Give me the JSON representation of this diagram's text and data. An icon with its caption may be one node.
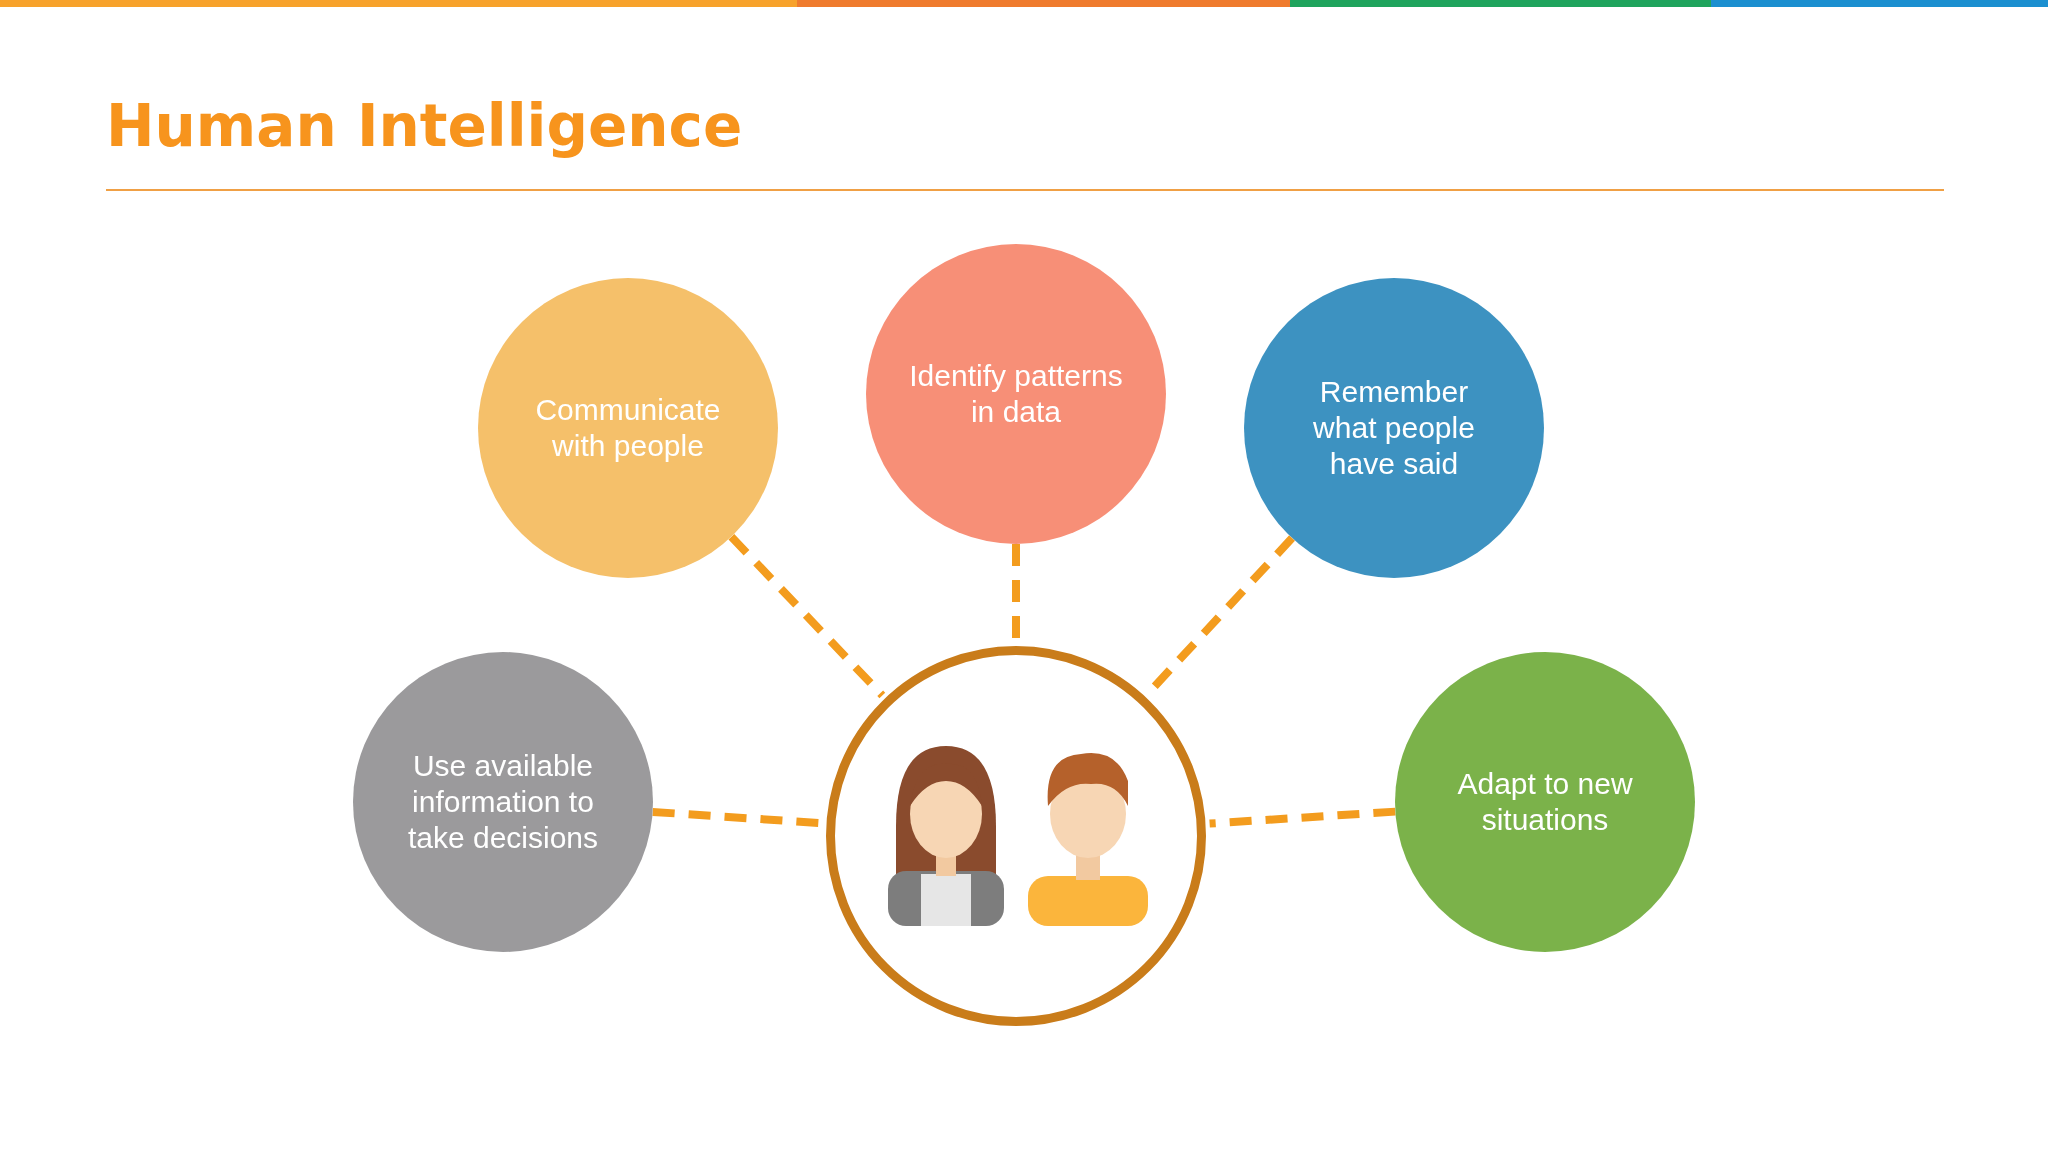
{
  "diagram": {
    "title": "Human Intelligence",
    "nodes": [
      {
        "text": [
          "Communicate with people"
        ]
      },
      {
        "text": [
          "Identify patterns in data"
        ]
      },
      {
        "text": [
          "Remember what people have said"
        ]
      },
      {
        "text": [
          "Use available information to take decisions"
        ]
      },
      {
        "text": [],
        "shape": "circle"
      },
      {
        "text": [
          "Adapt to new situations"
        ]
      }
    ],
    "edges": [
      {
        "from": 0,
        "to": 4,
        "arrow": "none",
        "style": "dashed"
      },
      {
        "from": 1,
        "to": 4,
        "arrow": "none",
        "style": "dashed"
      },
      {
        "from": 2,
        "to": 4,
        "arrow": "none",
        "style": "dashed"
      },
      {
        "from": 3,
        "to": 4,
        "arrow": "none",
        "style": "dashed"
      },
      {
        "from": 5,
        "to": 4,
        "arrow": "none",
        "style": "dashed"
      }
    ]
  }
}
